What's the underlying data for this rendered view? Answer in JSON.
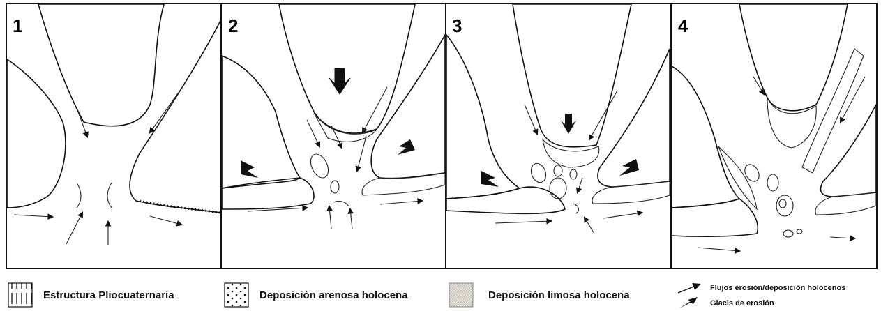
{
  "panels": [
    {
      "number": "1"
    },
    {
      "number": "2"
    },
    {
      "number": "3"
    },
    {
      "number": "4"
    }
  ],
  "legend": {
    "estructura": "Estructura Pliocuaternaria",
    "arenosa": "Deposición arenosa holocena",
    "limosa": "Deposición limosa holocena",
    "flujos": "Flujos erosión/deposición holocenos",
    "glacis": "Glacis de erosión"
  },
  "colors": {
    "ink": "#111111",
    "paper": "#ffffff",
    "silt": "#c9c3b4"
  }
}
